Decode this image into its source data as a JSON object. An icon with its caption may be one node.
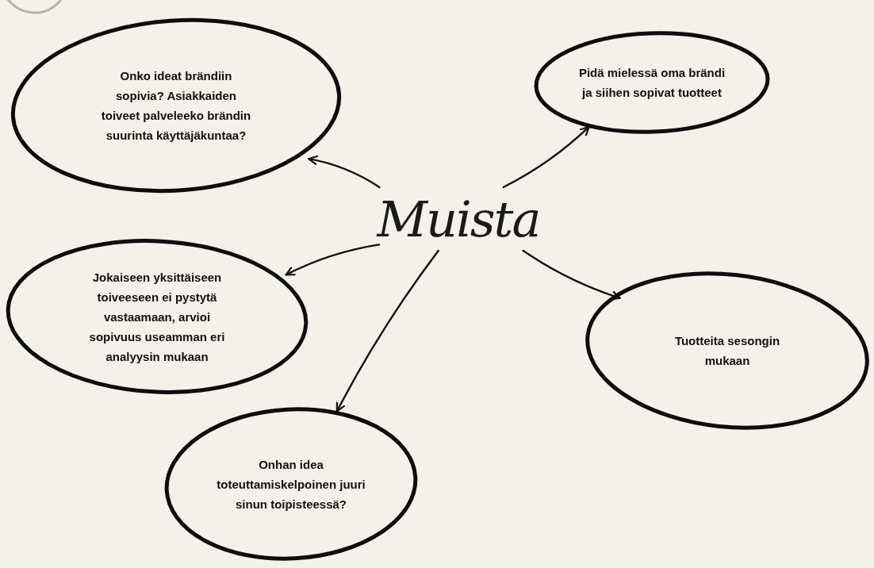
{
  "diagram": {
    "nodes": [
      {
        "text": [
          "Muista"
        ]
      },
      {
        "text": [
          "Onko ideat brändiin sopivia? Asiakkaiden toiveet palveleeko brändin suurinta käyttäjäkuntaa?"
        ]
      },
      {
        "text": [
          "Pidä mielessä oma brändi ja siihen sopivat tuotteet"
        ]
      },
      {
        "text": [
          "Jokaiseen yksittäiseen toiveeseen ei pystytä vastaamaan, arvioi sopivuus useamman eri analyysin mukaan"
        ]
      },
      {
        "text": [
          "Tuotteita sesongin mukaan"
        ]
      },
      {
        "text": [
          "Onhan idea toteuttamiskelpoinen juuri sinun toipisteessä?"
        ]
      }
    ],
    "edges": [
      {
        "from": 0,
        "to": 1,
        "arrow": "to"
      },
      {
        "from": 0,
        "to": 2,
        "arrow": "to"
      },
      {
        "from": 0,
        "to": 3,
        "arrow": "to"
      },
      {
        "from": 0,
        "to": 4,
        "arrow": "to"
      },
      {
        "from": 0,
        "to": 5,
        "arrow": "to"
      }
    ]
  }
}
